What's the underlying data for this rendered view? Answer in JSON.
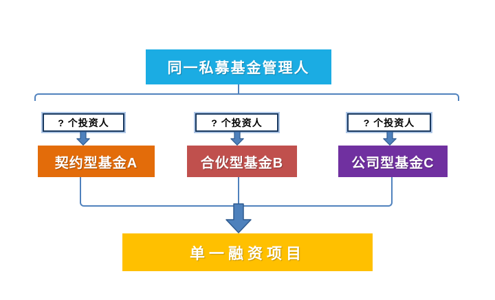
{
  "diagram": {
    "title_box": {
      "label": "同一私募基金管理人",
      "bg": "#1bace3"
    },
    "columns": [
      {
        "investor_label": "? 个投资人",
        "fund_label": "契约型基金A",
        "fund_bg": "#e36c0a"
      },
      {
        "investor_label": "? 个投资人",
        "fund_label": "合伙型基金B",
        "fund_bg": "#c0504d"
      },
      {
        "investor_label": "? 个投资人",
        "fund_label": "公司型基金C",
        "fund_bg": "#7030a0"
      }
    ],
    "bottom_box": {
      "label": "单一融资项目",
      "bg": "#ffc000"
    },
    "connectors": {
      "line_color": "#4f81bd",
      "arrow_fill": "#4e81bc",
      "arrow_stroke": "#2e5a8f",
      "investor_border": "#17375e",
      "investor_halo": "#aec6e6"
    }
  }
}
